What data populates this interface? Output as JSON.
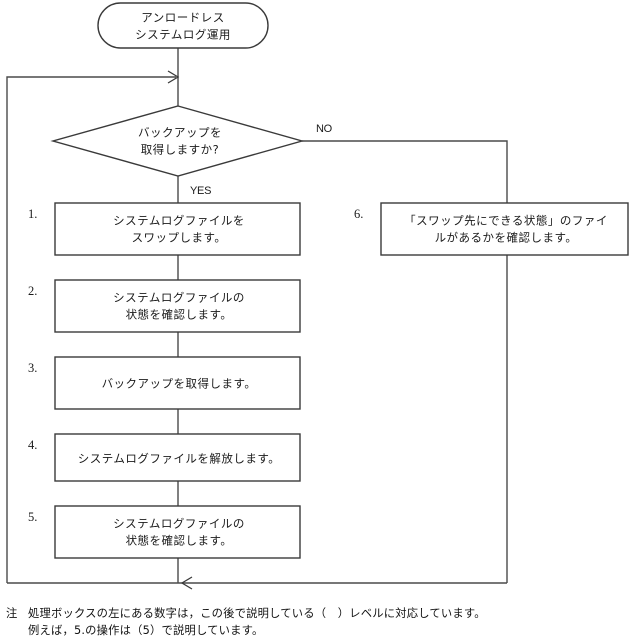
{
  "diagram": {
    "type": "flowchart",
    "title_node": {
      "id": "start",
      "shape": "terminator",
      "lines": [
        "アンロードレス",
        "システムログ運用"
      ]
    },
    "decision": {
      "id": "d1",
      "shape": "diamond",
      "lines": [
        "バックアップを",
        "取得しますか?"
      ],
      "yes_label": "YES",
      "no_label": "NO"
    },
    "steps": [
      {
        "number": "1.",
        "lines": [
          "システムログファイルを",
          "スワップします。"
        ]
      },
      {
        "number": "2.",
        "lines": [
          "システムログファイルの",
          "状態を確認します。"
        ]
      },
      {
        "number": "3.",
        "lines": [
          "バックアップを取得します。"
        ]
      },
      {
        "number": "4.",
        "lines": [
          "システムログファイルを解放します。"
        ]
      },
      {
        "number": "5.",
        "lines": [
          "システムログファイルの",
          "状態を確認します。"
        ]
      }
    ],
    "branch_step": {
      "number": "6.",
      "lines": [
        "「スワップ先にできる状態」のファイ",
        "ルがあるかを確認します。"
      ]
    },
    "note": {
      "marker": "注",
      "lines": [
        "処理ボックスの左にある数字は，この後で説明している（　）レベルに対応しています。",
        "例えば，5.の操作は（5）で説明しています。"
      ]
    },
    "colors": {
      "stroke": "#3a3a3a",
      "connector": "#4a4a4a",
      "text": "#1a1a1a",
      "background": "#ffffff"
    }
  }
}
